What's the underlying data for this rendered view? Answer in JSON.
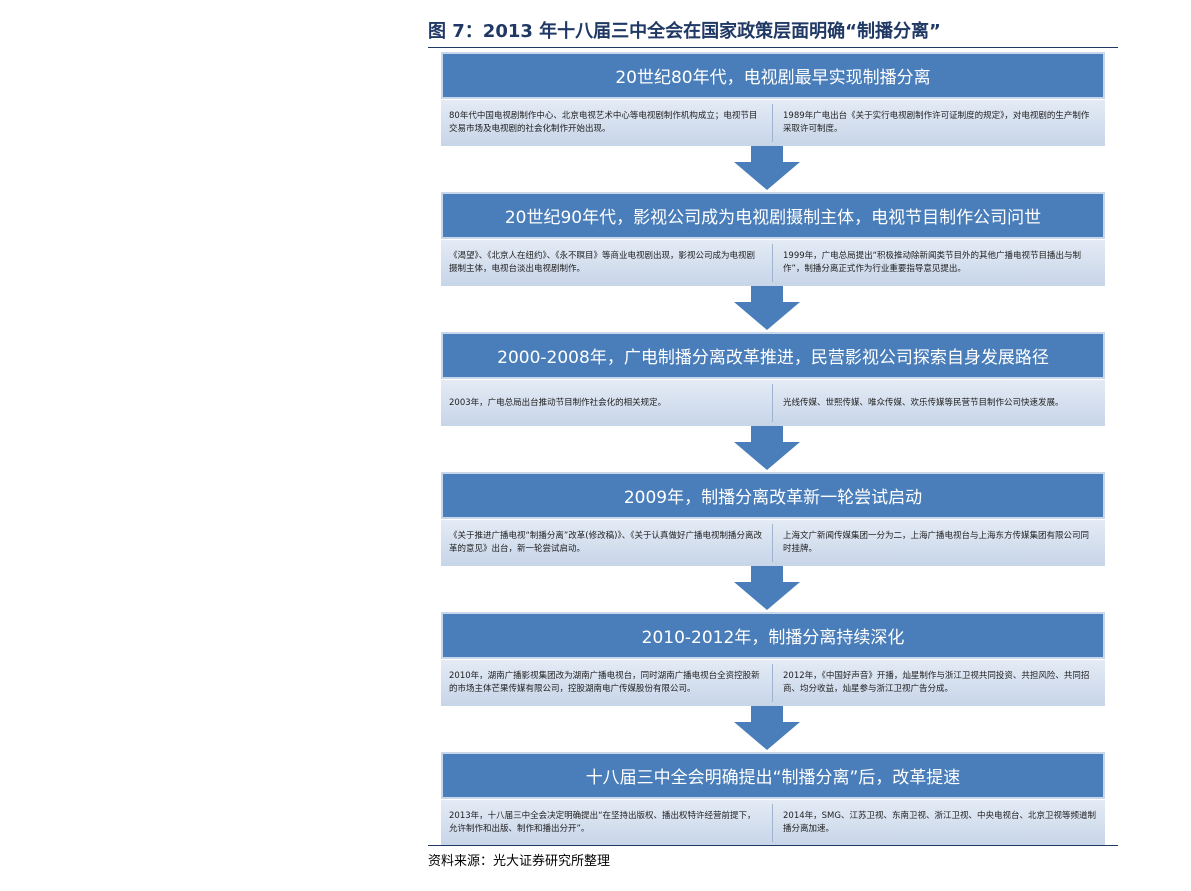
{
  "figure": {
    "title": "图 7：2013 年十八届三中全会在国家政策层面明确“制播分离”",
    "source": "资料来源：光大证券研究所整理"
  },
  "stages": [
    {
      "header": "20世纪80年代，电视剧最早实现制播分离",
      "left": "80年代中国电视剧制作中心、北京电视艺术中心等电视剧制作机构成立；电视节目交易市场及电视剧的社会化制作开始出现。",
      "right": "1989年广电出台《关于实行电视剧制作许可证制度的规定》，对电视剧的生产制作采取许可制度。"
    },
    {
      "header": "20世纪90年代，影视公司成为电视剧摄制主体，电视节目制作公司问世",
      "left": "《渴望》、《北京人在纽约》、《永不瞑目》等商业电视剧出现，影视公司成为电视剧摄制主体，电视台淡出电视剧制作。",
      "right": "1999年，广电总局提出“积极推动除新闻类节目外的其他广播电视节目播出与制作”，制播分离正式作为行业重要指导意见提出。"
    },
    {
      "header": "2000-2008年，广电制播分离改革推进，民营影视公司探索自身发展路径",
      "left": "2003年，广电总局出台推动节目制作社会化的相关规定。",
      "right": "光线传媒、世熙传媒、唯众传媒、欢乐传媒等民营节目制作公司快速发展。"
    },
    {
      "header": "2009年，制播分离改革新一轮尝试启动",
      "left": "《关于推进广播电视“制播分离”改革(修改稿)》、《关于认真做好广播电视制播分离改革的意见》出台，新一轮尝试启动。",
      "right": "上海文广新闻传媒集团一分为二，上海广播电视台与上海东方传媒集团有限公司同时挂牌。"
    },
    {
      "header": "2010-2012年，制播分离持续深化",
      "left": "2010年，湖南广播影视集团改为湖南广播电视台，同时湖南广播电视台全资控股新的市场主体芒果传媒有限公司，控股湖南电广传媒股份有限公司。",
      "right": "2012年，《中国好声音》开播，灿星制作与浙江卫视共同投资、共担风险、共同招商、均分收益，灿星参与浙江卫视广告分成。"
    },
    {
      "header": "十八届三中全会明确提出“制播分离”后，改革提速",
      "left": "2013年，十八届三中全会决定明确提出“在坚持出版权、播出权特许经营前提下，允许制作和出版、制作和播出分开”。",
      "right": "2014年，SMG、江苏卫视、东南卫视、浙江卫视、中央电视台、北京卫视等频道制播分离加速。"
    }
  ],
  "colors": {
    "header_fill": "#4a7eba",
    "arrow_fill": "#4a7eba",
    "detail_fill": "#dbe4f1",
    "title_text": "#1f3864"
  }
}
